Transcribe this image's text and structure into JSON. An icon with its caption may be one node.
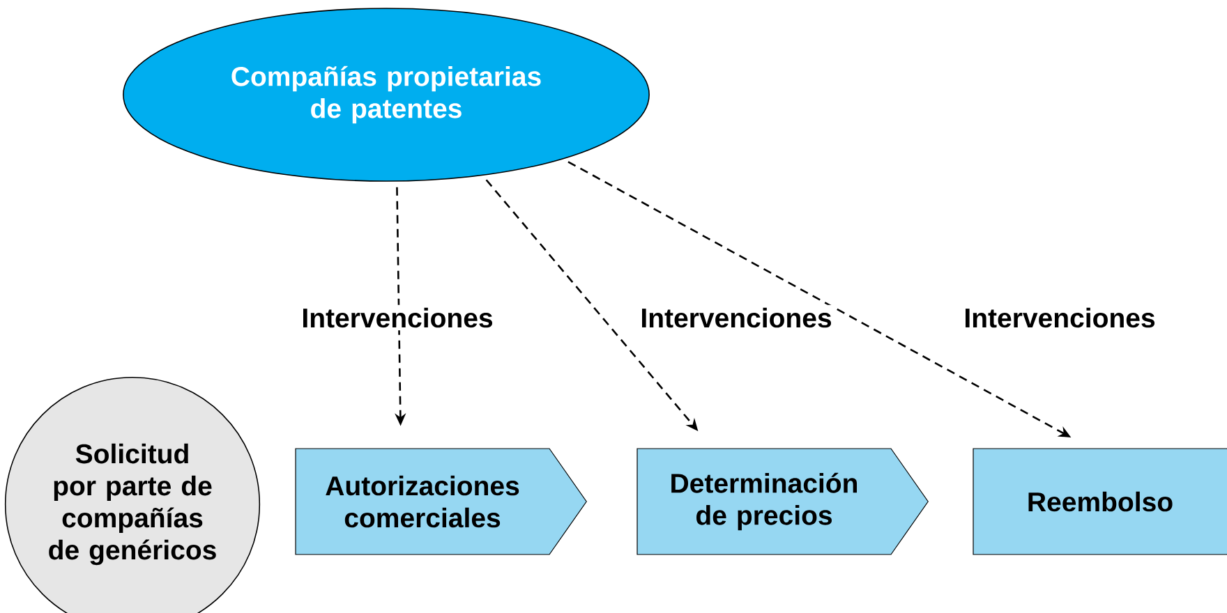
{
  "diagram": {
    "nodes": [
      {
        "text": [
          "Compañías propietarias de patentes"
        ]
      },
      {
        "text": [
          "Solicitud por parte de compañías de genéricos"
        ]
      },
      {
        "text": [
          "Autorizaciones comerciales"
        ]
      },
      {
        "text": [
          "Determinación de precios"
        ]
      },
      {
        "text": [
          "Reembolso"
        ]
      }
    ],
    "edges": [
      {
        "from": 0,
        "to": 2,
        "arrow": "to",
        "style": "dashed",
        "label": "Intervenciones"
      },
      {
        "from": 0,
        "to": 3,
        "arrow": "to",
        "style": "dashed",
        "label": "Intervenciones"
      },
      {
        "from": 0,
        "to": 4,
        "arrow": "to",
        "style": "dashed",
        "label": "Intervenciones"
      }
    ]
  }
}
